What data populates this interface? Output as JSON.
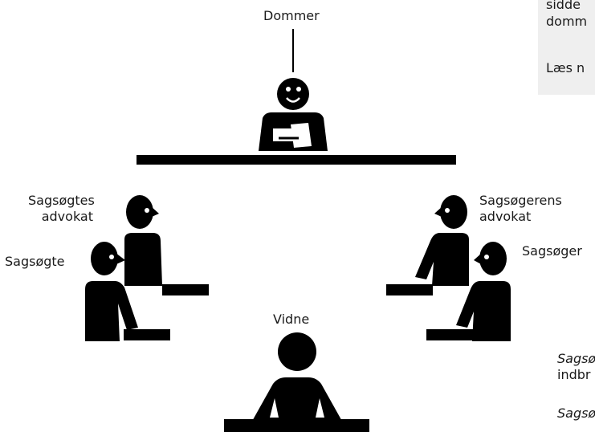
{
  "labels": {
    "judge": "Dommer",
    "defendant_lawyer_line1": "Sagsøgtes",
    "defendant_lawyer_line2": "advokat",
    "defendant": "Sagsøgte",
    "plaintiff_lawyer_line1": "Sagsøgerens",
    "plaintiff_lawyer_line2": "advokat",
    "plaintiff": "Sagsøger",
    "witness": "Vidne"
  },
  "infobox": {
    "line1": "sidde",
    "line2": "domm",
    "line3": "Læs n"
  },
  "notes": {
    "note1_italic": "Sagsø",
    "note1_text": "indbr",
    "note2_italic": "Sagsø"
  },
  "colors": {
    "figure": "#000000",
    "infobox_bg": "#efefef",
    "text": "#1a1a1a"
  }
}
